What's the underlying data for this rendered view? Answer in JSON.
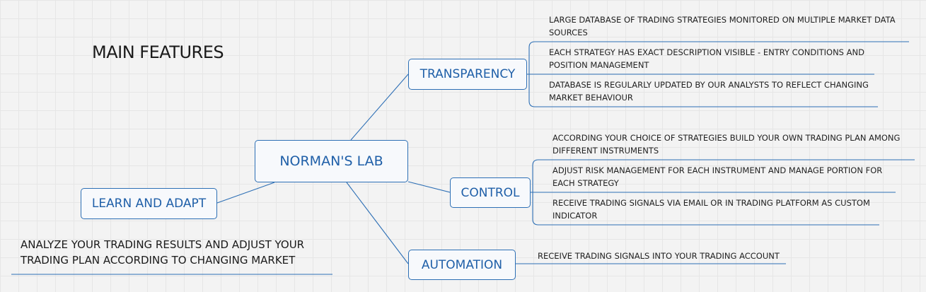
{
  "title": "MAIN FEATURES",
  "root": "NORMAN'S LAB",
  "branches": {
    "transparency": {
      "label": "TRANSPARENCY",
      "items": [
        "LARGE DATABASE OF TRADING STRATEGIES MONITORED ON MULTIPLE MARKET DATA SOURCES",
        "EACH STRATEGY HAS EXACT DESCRIPTION VISIBLE - ENTRY CONDITIONS AND POSITION MANAGEMENT",
        "DATABASE IS REGULARLY UPDATED BY OUR ANALYSTS TO REFLECT CHANGING MARKET BEHAVIOUR"
      ]
    },
    "control": {
      "label": "CONTROL",
      "items": [
        "ACCORDING YOUR CHOICE OF STRATEGIES BUILD YOUR OWN TRADING PLAN AMONG DIFFERENT INSTRUMENTS",
        "ADJUST RISK MANAGEMENT FOR EACH INSTRUMENT AND MANAGE PORTION FOR EACH STRATEGY",
        "RECEIVE TRADING SIGNALS VIA EMAIL OR IN TRADING PLATFORM AS CUSTOM INDICATOR"
      ]
    },
    "automation": {
      "label": "AUTOMATION",
      "items": [
        "RECEIVE TRADING SIGNALS INTO YOUR TRADING ACCOUNT"
      ]
    },
    "learn": {
      "label": "LEARN AND ADAPT",
      "items": [
        "ANALYZE YOUR TRADING RESULTS AND ADJUST YOUR TRADING PLAN ACCORDING TO CHANGING MARKET"
      ]
    }
  },
  "colors": {
    "line": "#2d6fb5",
    "node_text": "#1f5fa8",
    "leaf_underline": "#1f4f8f"
  }
}
